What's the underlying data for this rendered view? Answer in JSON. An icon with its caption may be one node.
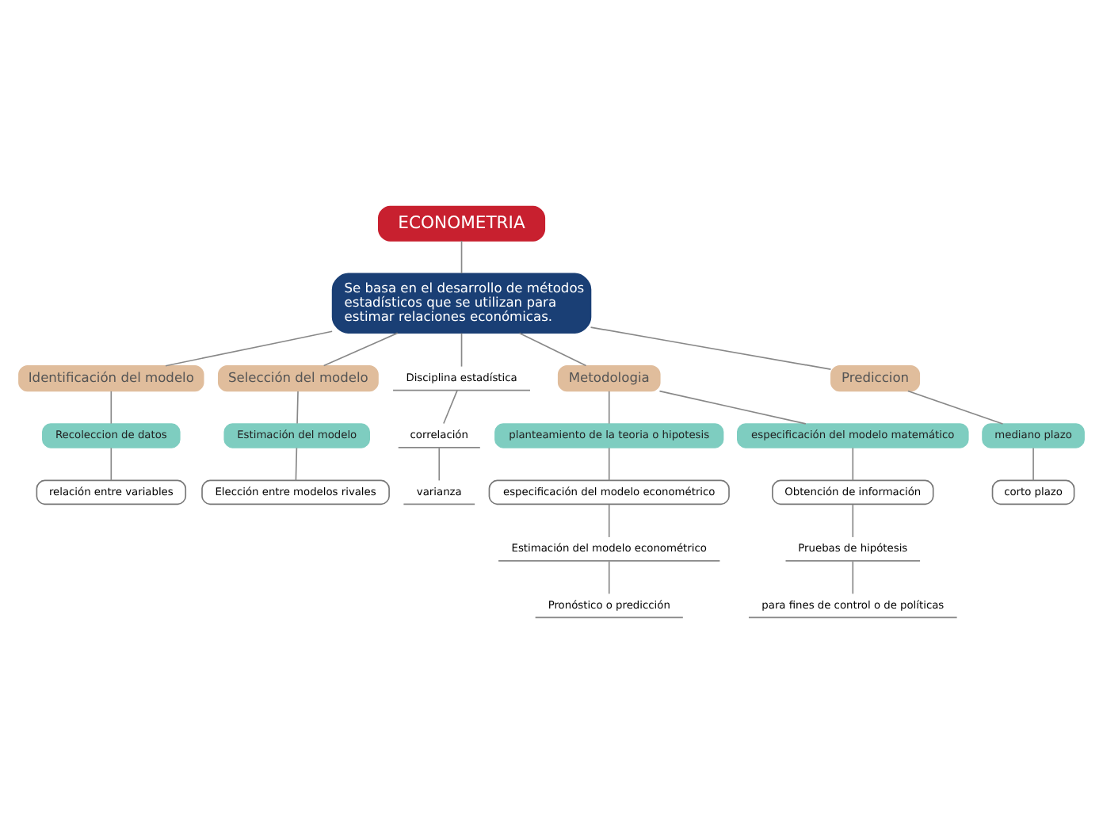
{
  "diagram": {
    "nodes": [
      {
        "text": [
          "ECONOMETRIA"
        ]
      },
      {
        "text": [
          "Se basa en el desarrollo de métodos estadísticos que se utilizan para estimar relaciones económicas."
        ]
      },
      {
        "text": [
          "Identificación del modelo"
        ]
      },
      {
        "text": [
          "Selección del modelo"
        ]
      },
      {
        "text": [
          "Disciplina estadística"
        ]
      },
      {
        "text": [
          "Metodologia"
        ]
      },
      {
        "text": [
          "Prediccion"
        ]
      },
      {
        "text": [
          "Recoleccion de datos"
        ]
      },
      {
        "text": [
          "Estimación del modelo"
        ]
      },
      {
        "text": [
          "correlación"
        ]
      },
      {
        "text": [
          "planteamiento de la teoria o hipotesis"
        ]
      },
      {
        "text": [
          "especificación del modelo matemático"
        ]
      },
      {
        "text": [
          "mediano plazo"
        ]
      },
      {
        "text": [
          "relación entre variables"
        ]
      },
      {
        "text": [
          "Elección entre modelos rivales"
        ]
      },
      {
        "text": [
          "varianza"
        ]
      },
      {
        "text": [
          "especificación del modelo econométrico"
        ]
      },
      {
        "text": [
          "Obtención de información"
        ]
      },
      {
        "text": [
          "corto plazo"
        ]
      },
      {
        "text": [
          "Estimación del modelo econométrico"
        ]
      },
      {
        "text": [
          "Pruebas de hipótesis"
        ]
      },
      {
        "text": [
          "Pronóstico o predicción"
        ]
      },
      {
        "text": [
          "para fines de control o de políticas"
        ]
      }
    ],
    "edges": [
      {
        "from": 0,
        "to": 1,
        "arrow": "none"
      },
      {
        "from": 1,
        "to": 2,
        "arrow": "none"
      },
      {
        "from": 1,
        "to": 3,
        "arrow": "none"
      },
      {
        "from": 1,
        "to": 4,
        "arrow": "none"
      },
      {
        "from": 1,
        "to": 5,
        "arrow": "none"
      },
      {
        "from": 1,
        "to": 6,
        "arrow": "none"
      },
      {
        "from": 2,
        "to": 7,
        "arrow": "none"
      },
      {
        "from": 3,
        "to": 8,
        "arrow": "none"
      },
      {
        "from": 4,
        "to": 9,
        "arrow": "none"
      },
      {
        "from": 5,
        "to": 10,
        "arrow": "none"
      },
      {
        "from": 5,
        "to": 11,
        "arrow": "none"
      },
      {
        "from": 6,
        "to": 12,
        "arrow": "none"
      },
      {
        "from": 7,
        "to": 13,
        "arrow": "none"
      },
      {
        "from": 8,
        "to": 14,
        "arrow": "none"
      },
      {
        "from": 9,
        "to": 15,
        "arrow": "none"
      },
      {
        "from": 10,
        "to": 16,
        "arrow": "none"
      },
      {
        "from": 11,
        "to": 17,
        "arrow": "none"
      },
      {
        "from": 12,
        "to": 18,
        "arrow": "none"
      },
      {
        "from": 16,
        "to": 19,
        "arrow": "none"
      },
      {
        "from": 17,
        "to": 20,
        "arrow": "none"
      },
      {
        "from": 19,
        "to": 21,
        "arrow": "none"
      },
      {
        "from": 20,
        "to": 22,
        "arrow": "none"
      }
    ]
  }
}
